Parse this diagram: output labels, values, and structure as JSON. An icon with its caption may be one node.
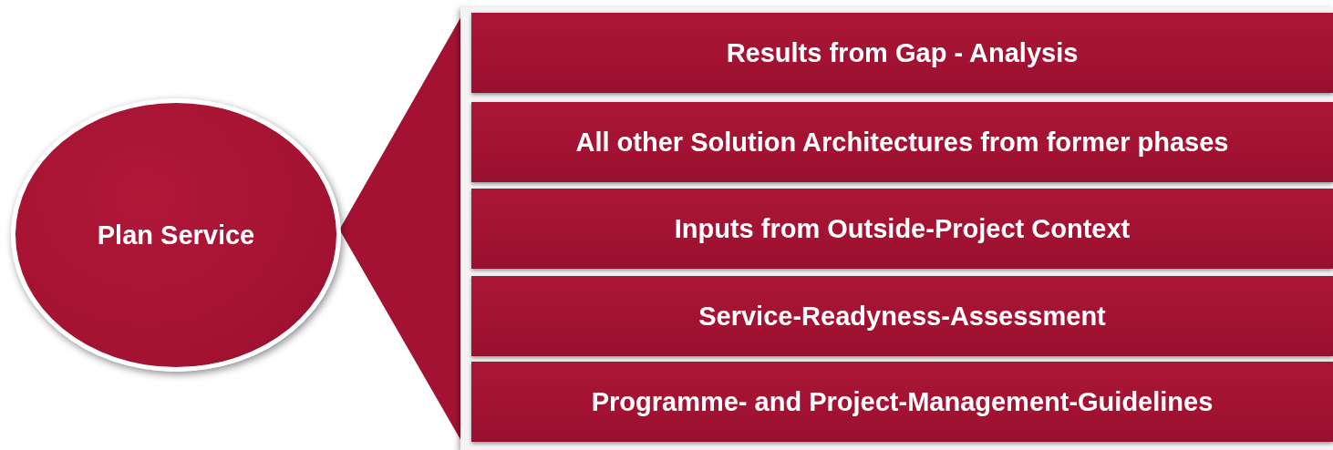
{
  "diagram": {
    "nodes": [
      {
        "text": [
          "Plan Service"
        ]
      },
      {
        "text": [],
        "shape": "box"
      },
      {
        "text": [
          "Results from Gap - Analysis"
        ],
        "in": 1
      },
      {
        "text": [
          "All other Solution Architectures from former phases"
        ],
        "in": 1
      },
      {
        "text": [
          "Inputs from Outside-Project Context"
        ],
        "in": 1
      },
      {
        "text": [
          "Service-Readyness-Assessment"
        ],
        "in": 1
      },
      {
        "text": [
          "Programme- and Project-Management-Guidelines"
        ],
        "in": 1
      }
    ],
    "edges": [
      {
        "from": 0,
        "to": 1,
        "arrow": "none"
      }
    ]
  }
}
